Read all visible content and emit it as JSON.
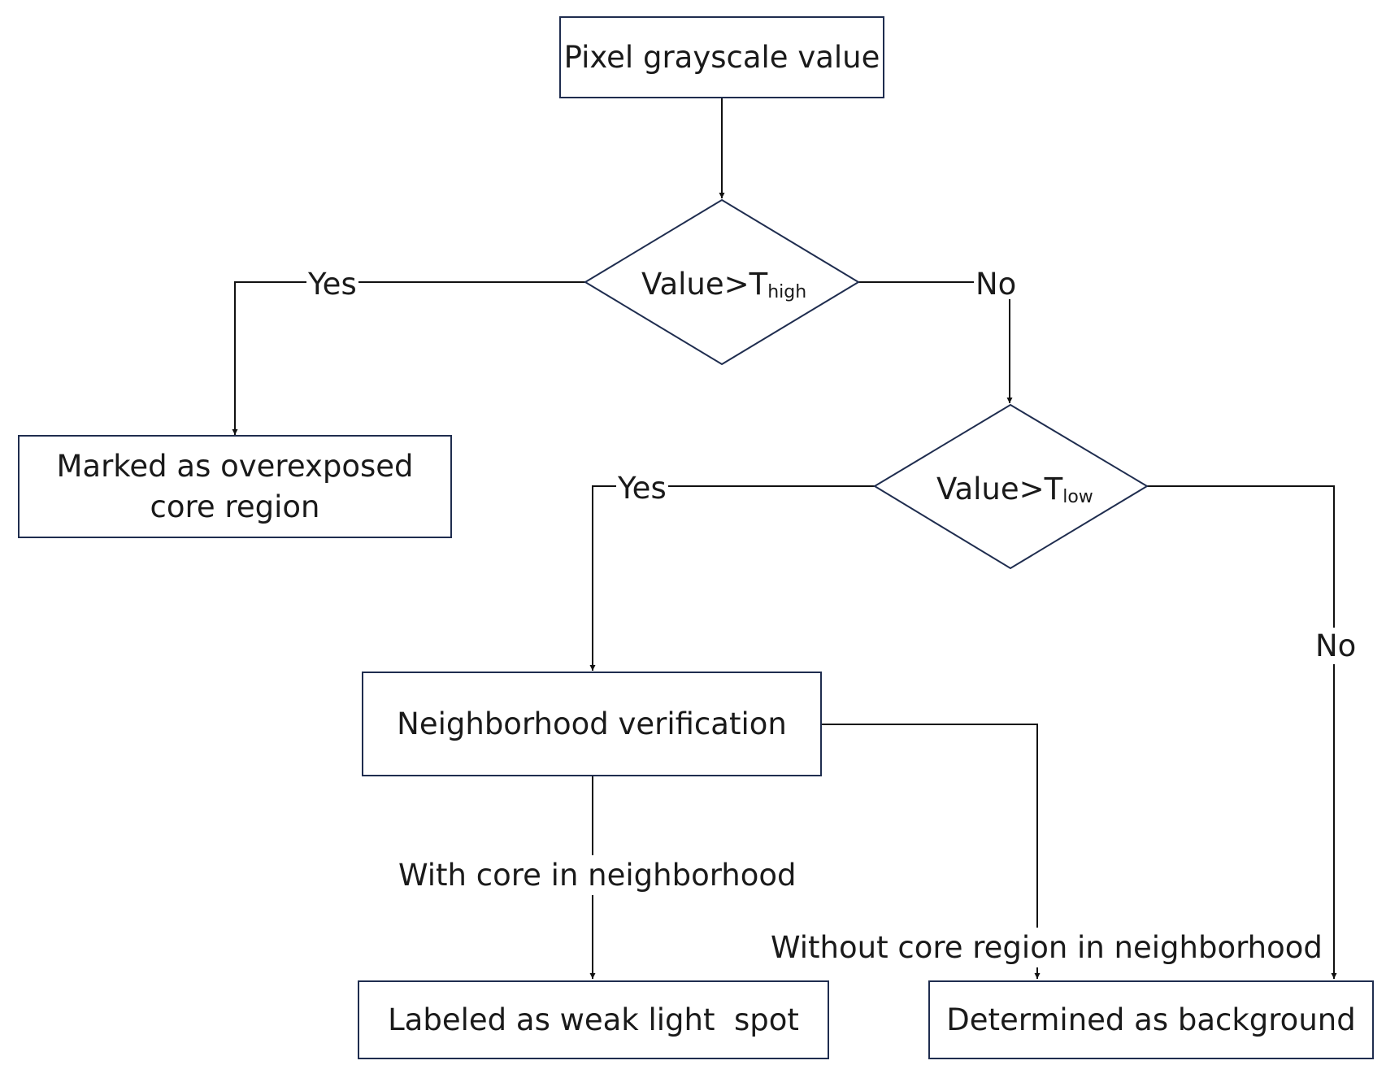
{
  "nodes": {
    "start": "Pixel grayscale value",
    "decision_high": {
      "text": "Value>T",
      "sub": "high"
    },
    "decision_low": {
      "text": "Value>T",
      "sub": "low"
    },
    "overexposed": "Marked as overexposed core region",
    "neighborhood": "Neighborhood verification",
    "weak_spot": "Labeled as weak light  spot",
    "background": "Determined as background"
  },
  "edges": {
    "high_yes": "Yes",
    "high_no": "No",
    "low_yes": "Yes",
    "low_no": "No",
    "with_core": "With core in neighborhood",
    "without_core": "Without core region in neighborhood"
  },
  "colors": {
    "stroke": "#1f2d4f",
    "text": "#1a1a1a",
    "background": "#ffffff"
  }
}
